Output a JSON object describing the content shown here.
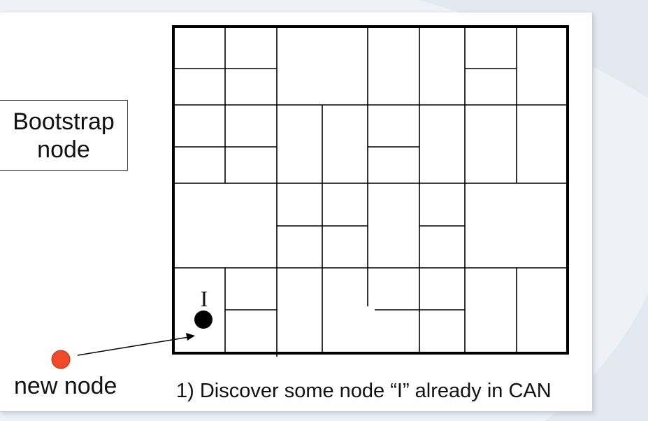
{
  "slide": {
    "bootstrap_label_line1": "Bootstrap",
    "bootstrap_label_line2": "node",
    "node_i_label": "I",
    "new_node_label": "new node",
    "caption": "1) Discover some node “I” already in CAN"
  },
  "colors": {
    "new_node": "#f04a2a",
    "node_i": "#000000",
    "grid_lines": "#000000"
  }
}
